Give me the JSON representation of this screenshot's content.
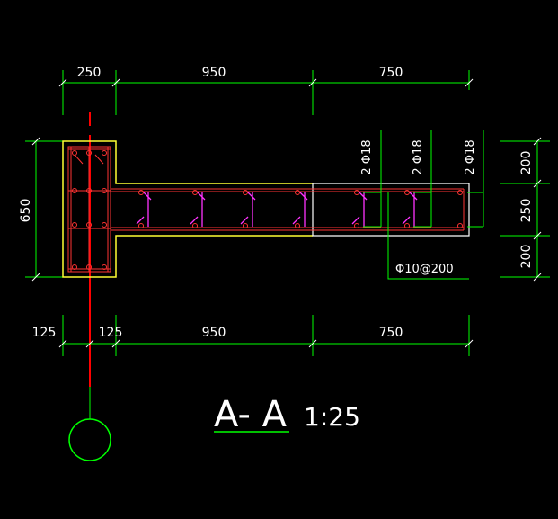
{
  "dimensions": {
    "top": [
      "250",
      "950",
      "750"
    ],
    "bottom": [
      "125",
      "125",
      "950",
      "750"
    ],
    "left": [
      "650"
    ],
    "right": [
      "200",
      "250",
      "200"
    ]
  },
  "rebar_labels": [
    "2 Φ18",
    "2 Φ18",
    "2 Φ18"
  ],
  "stirrup_label": "Φ10@200",
  "section_title": "A- A",
  "scale_text": "1:25",
  "colors": {
    "background": "#000000",
    "dimension_line": "#00ff00",
    "outline": "#ffff33",
    "rebar": "#ff3333",
    "stirrup": "#ff33ff",
    "axis": "#ff0000",
    "outline_white": "#ffffff"
  }
}
